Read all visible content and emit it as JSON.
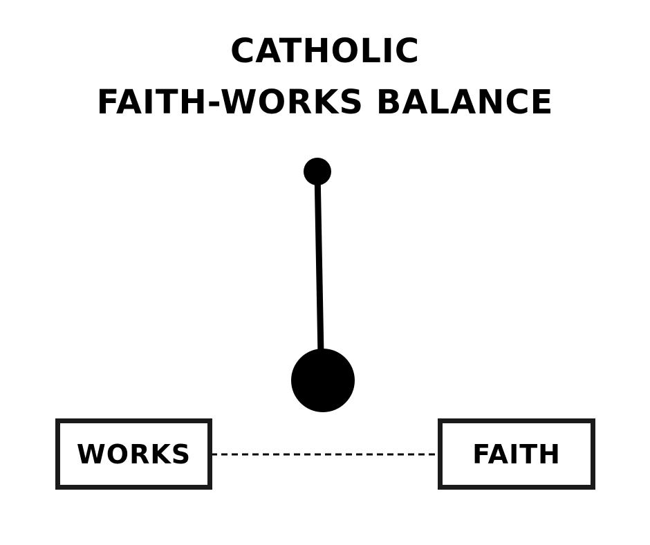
{
  "title": {
    "line1": "CATHOLIC",
    "line2": "FAITH-WORKS BALANCE"
  },
  "scale": {
    "left_label": "WORKS",
    "right_label": "FAITH"
  },
  "colors": {
    "ink": "#000000",
    "box_border": "#1a1a1a",
    "background": "#ffffff"
  }
}
